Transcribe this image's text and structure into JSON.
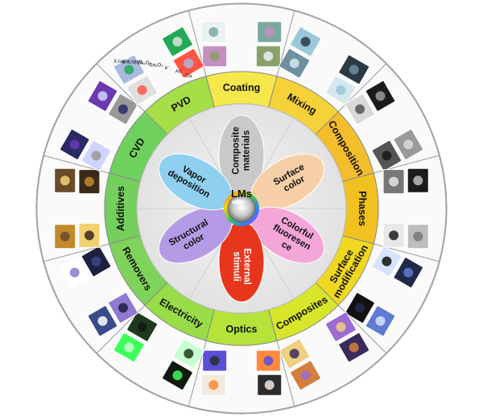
{
  "center": {
    "label": "LMs"
  },
  "petals": [
    {
      "key": "composite",
      "lines": [
        "Composite",
        "materials"
      ],
      "color": "#c9c9c9"
    },
    {
      "key": "surface_color",
      "lines": [
        "Surface",
        "color"
      ],
      "color": "#f7cfa6"
    },
    {
      "key": "fluorescence",
      "lines": [
        "Colorful",
        "fluoresen",
        "ce"
      ],
      "color": "#f4a6d8"
    },
    {
      "key": "external",
      "lines": [
        "External",
        "stimuli"
      ],
      "color": "#e8361c"
    },
    {
      "key": "structural",
      "lines": [
        "Structural",
        "color"
      ],
      "color": "#b59be6"
    },
    {
      "key": "vapor",
      "lines": [
        "Vapor",
        "deposition"
      ],
      "color": "#8fd0f0"
    }
  ],
  "ring": [
    {
      "key": "coating",
      "label": "Coating",
      "color": "#f6e84a"
    },
    {
      "key": "mixing",
      "label": "Mixing",
      "color": "#f6d23a"
    },
    {
      "key": "composition",
      "label": "Composition",
      "color": "#f4bd2c"
    },
    {
      "key": "phases",
      "label": "Phases",
      "color": "#f1c21f"
    },
    {
      "key": "surface_modification",
      "label": "Surface modification",
      "color": "#f0d820"
    },
    {
      "key": "composites",
      "label": "Composites",
      "color": "#d8e52a"
    },
    {
      "key": "optics",
      "label": "Optics",
      "color": "#b5e33a"
    },
    {
      "key": "electricity",
      "label": "Electricity",
      "color": "#98dc48"
    },
    {
      "key": "removers",
      "label": "Removers",
      "color": "#7fd35a"
    },
    {
      "key": "additives",
      "label": "Additives",
      "color": "#74cf5c"
    },
    {
      "key": "cvd",
      "label": "CVD",
      "color": "#6ed15d"
    },
    {
      "key": "pvd",
      "label": "PVD",
      "color": "#a6de48"
    }
  ],
  "images": [
    {
      "key": "coating_photos",
      "text": []
    },
    {
      "key": "mixing_photos",
      "text": []
    },
    {
      "key": "composition_photos",
      "text": []
    },
    {
      "key": "phases_photos",
      "text": []
    },
    {
      "key": "surface_mod_photos",
      "text": []
    },
    {
      "key": "composites_photos",
      "text": []
    },
    {
      "key": "optics_photos",
      "text": []
    },
    {
      "key": "electricity_photos",
      "text": []
    },
    {
      "key": "removers_photos",
      "text": []
    },
    {
      "key": "additives_photos",
      "text": []
    },
    {
      "key": "cvd_photos",
      "text": []
    },
    {
      "key": "pvd_photos",
      "text": [
        "X-ray",
        "GaLiquid",
        "Ga₂O₃",
        "Ga₂O₃",
        "e⁻",
        "Au",
        "Ga"
      ]
    }
  ]
}
